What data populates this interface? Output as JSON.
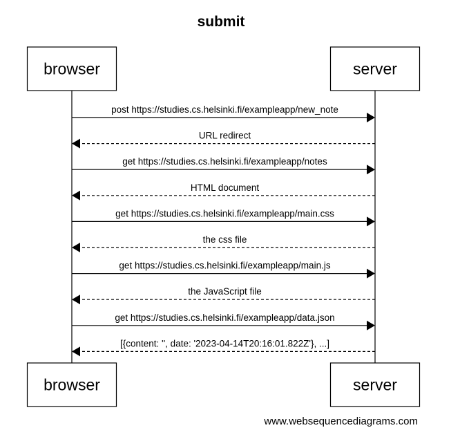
{
  "diagram": {
    "title": "submit",
    "participants": [
      {
        "id": "browser",
        "label": "browser"
      },
      {
        "id": "server",
        "label": "server"
      }
    ],
    "messages": [
      {
        "from": "browser",
        "to": "server",
        "label": "post https://studies.cs.helsinki.fi/exampleapp/new_note",
        "style": "solid"
      },
      {
        "from": "server",
        "to": "browser",
        "label": "URL redirect",
        "style": "dashed"
      },
      {
        "from": "browser",
        "to": "server",
        "label": "get https://studies.cs.helsinki.fi/exampleapp/notes",
        "style": "solid"
      },
      {
        "from": "server",
        "to": "browser",
        "label": "HTML document",
        "style": "dashed"
      },
      {
        "from": "browser",
        "to": "server",
        "label": "get https://studies.cs.helsinki.fi/exampleapp/main.css",
        "style": "solid"
      },
      {
        "from": "server",
        "to": "browser",
        "label": "the css file",
        "style": "dashed"
      },
      {
        "from": "browser",
        "to": "server",
        "label": "get https://studies.cs.helsinki.fi/exampleapp/main.js",
        "style": "solid"
      },
      {
        "from": "server",
        "to": "browser",
        "label": "the JavaScript file",
        "style": "dashed"
      },
      {
        "from": "browser",
        "to": "server",
        "label": "get https://studies.cs.helsinki.fi/exampleapp/data.json",
        "style": "solid"
      },
      {
        "from": "server",
        "to": "browser",
        "label": "[{content: '', date: '2023-04-14T20:16:01.822Z'}, ...]",
        "style": "dashed"
      }
    ],
    "watermark": "www.websequencediagrams.com"
  }
}
